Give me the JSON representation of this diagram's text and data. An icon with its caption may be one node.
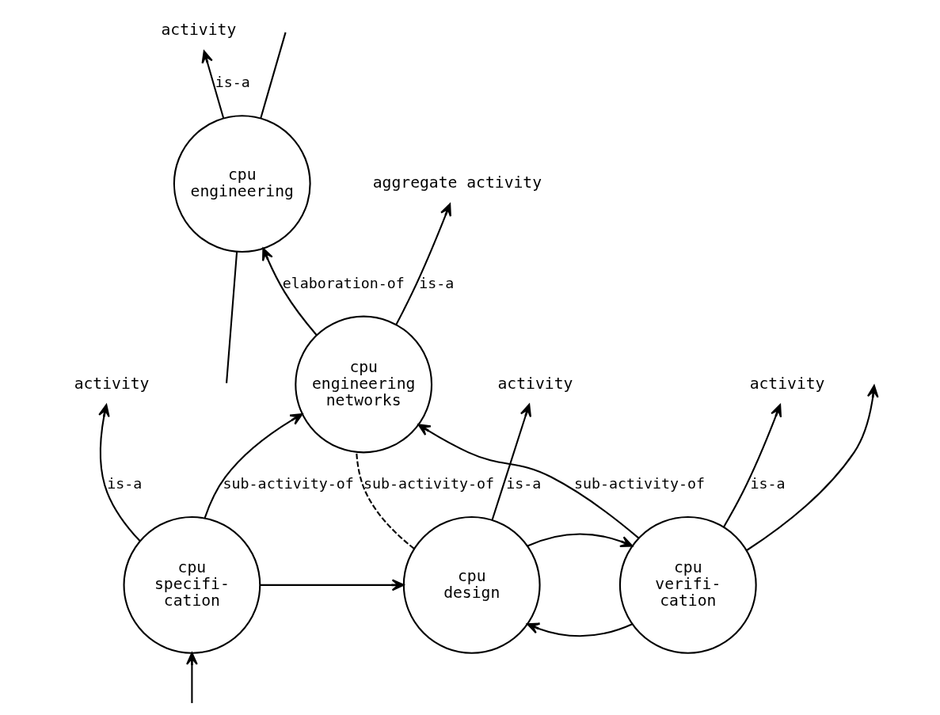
{
  "diagram": {
    "nodes": [
      {
        "text": [
          "activity"
        ]
      },
      {
        "text": [
          "cpu engineering"
        ]
      },
      {
        "text": [
          "aggregate activity"
        ]
      },
      {
        "text": [
          "cpu engineering networks"
        ]
      },
      {
        "text": [
          "activity"
        ]
      },
      {
        "text": [
          "cpu specifi- cation"
        ]
      },
      {
        "text": [
          "activity"
        ]
      },
      {
        "text": [
          "cpu design"
        ]
      },
      {
        "text": [
          "cpu verifi- cation"
        ]
      },
      {
        "text": [
          "activity"
        ]
      }
    ],
    "edges": [
      {
        "from": 1,
        "to": 0,
        "arrow": "to",
        "label": "is-a"
      },
      {
        "from": null,
        "to": 1,
        "arrow": "none"
      },
      {
        "from": 1,
        "to": null,
        "arrow": "none"
      },
      {
        "from": 3,
        "to": 1,
        "arrow": "to",
        "label": "elaboration-of"
      },
      {
        "from": 3,
        "to": 2,
        "arrow": "to",
        "label": "is-a"
      },
      {
        "from": 5,
        "to": 3,
        "arrow": "to",
        "label": "sub-activity-of"
      },
      {
        "from": 7,
        "to": 3,
        "arrow": "none",
        "label": "sub-activity-of",
        "style": "dashed"
      },
      {
        "from": 8,
        "to": 3,
        "arrow": "to",
        "label": "sub-activity-of"
      },
      {
        "from": 5,
        "to": 4,
        "arrow": "to",
        "label": "is-a"
      },
      {
        "from": 7,
        "to": 6,
        "arrow": "to",
        "label": "is-a"
      },
      {
        "from": 8,
        "to": 9,
        "arrow": "to",
        "label": "is-a"
      },
      {
        "from": null,
        "to": 5,
        "arrow": "to"
      },
      {
        "from": 5,
        "to": 7,
        "arrow": "to"
      },
      {
        "from": 7,
        "to": 8,
        "arrow": "to"
      },
      {
        "from": 8,
        "to": null,
        "arrow": "to"
      },
      {
        "from": 8,
        "to": 7,
        "arrow": "to"
      }
    ]
  }
}
